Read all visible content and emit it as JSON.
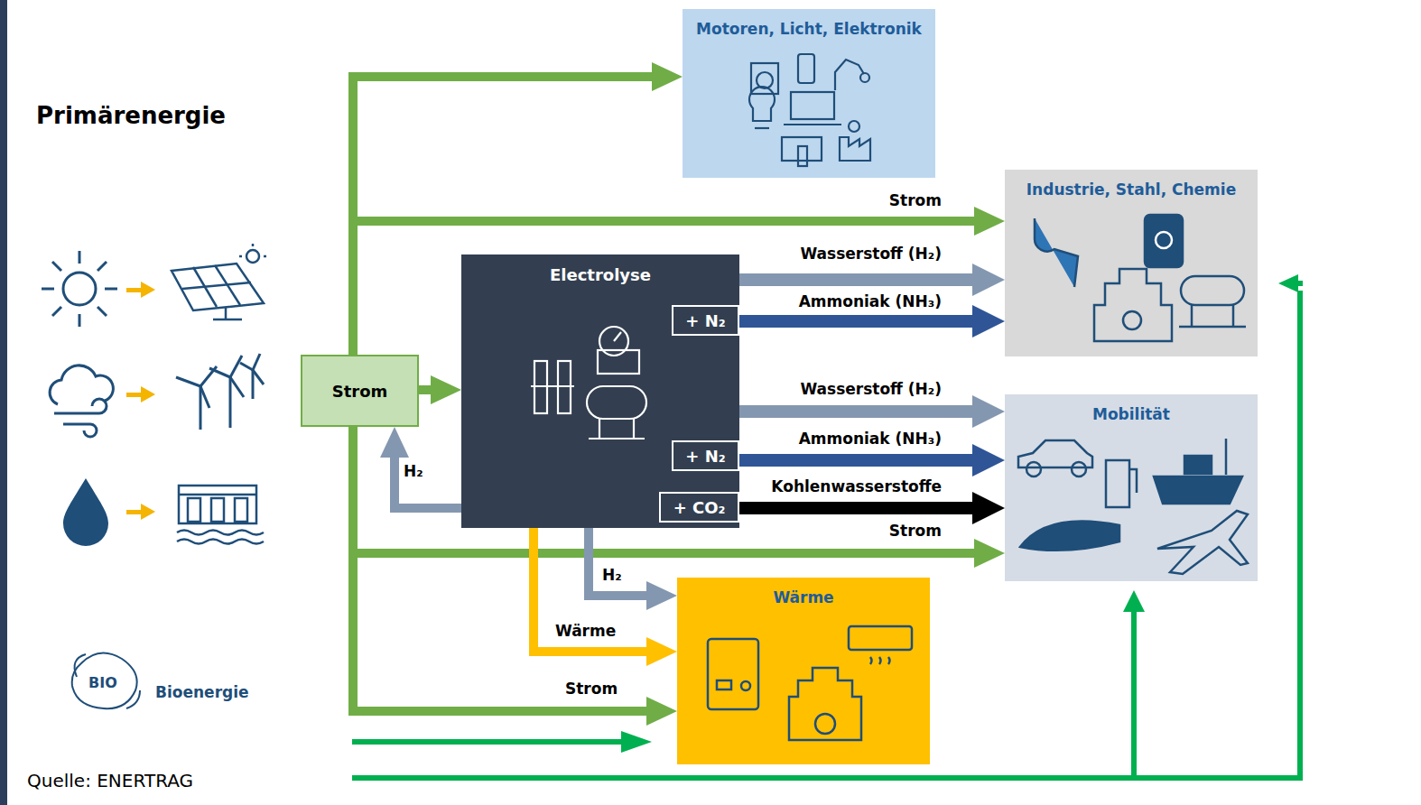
{
  "diagram": {
    "title": "Primärenergie",
    "caption": "Quelle: ENERTRAG",
    "nodes": [
      {
        "text": [
          "Strom"
        ]
      },
      {
        "text": [
          "Electrolyse"
        ]
      },
      {
        "text": [
          "+ N₂"
        ],
        "in": 1
      },
      {
        "text": [
          "+ N₂"
        ],
        "in": 1
      },
      {
        "text": [
          "+ CO₂"
        ],
        "in": 1
      },
      {
        "text": [
          "Motoren, Licht, Elektronik"
        ]
      },
      {
        "text": [
          "Industrie, Stahl, Chemie"
        ]
      },
      {
        "text": [
          "Mobilität"
        ]
      },
      {
        "text": [
          "Wärme"
        ]
      }
    ],
    "edges": [
      {
        "from": 0,
        "to": 5,
        "arrow": "to"
      },
      {
        "from": 0,
        "to": 6,
        "label": "Strom",
        "arrow": "to"
      },
      {
        "from": 0,
        "to": 1,
        "arrow": "to"
      },
      {
        "from": 1,
        "to": 6,
        "label": "Wasserstoff (H₂)",
        "arrow": "to"
      },
      {
        "from": 2,
        "to": 6,
        "label": "Ammoniak (NH₃)",
        "arrow": "to"
      },
      {
        "from": 1,
        "to": 7,
        "label": "Wasserstoff (H₂)",
        "arrow": "to"
      },
      {
        "from": 3,
        "to": 7,
        "label": "Ammoniak (NH₃)",
        "arrow": "to"
      },
      {
        "from": 4,
        "to": 7,
        "label": "Kohlenwasserstoffe",
        "arrow": "to"
      },
      {
        "from": 0,
        "to": 7,
        "label": "Strom",
        "arrow": "to"
      },
      {
        "from": 1,
        "to": 0,
        "label": "H₂",
        "arrow": "to"
      },
      {
        "from": 1,
        "to": 8,
        "label": "H₂",
        "arrow": "to"
      },
      {
        "from": 1,
        "to": 8,
        "label": "Wärme",
        "arrow": "to"
      },
      {
        "from": 0,
        "to": 8,
        "label": "Strom",
        "arrow": "to"
      }
    ],
    "labels": [
      "Bioenergie"
    ]
  }
}
